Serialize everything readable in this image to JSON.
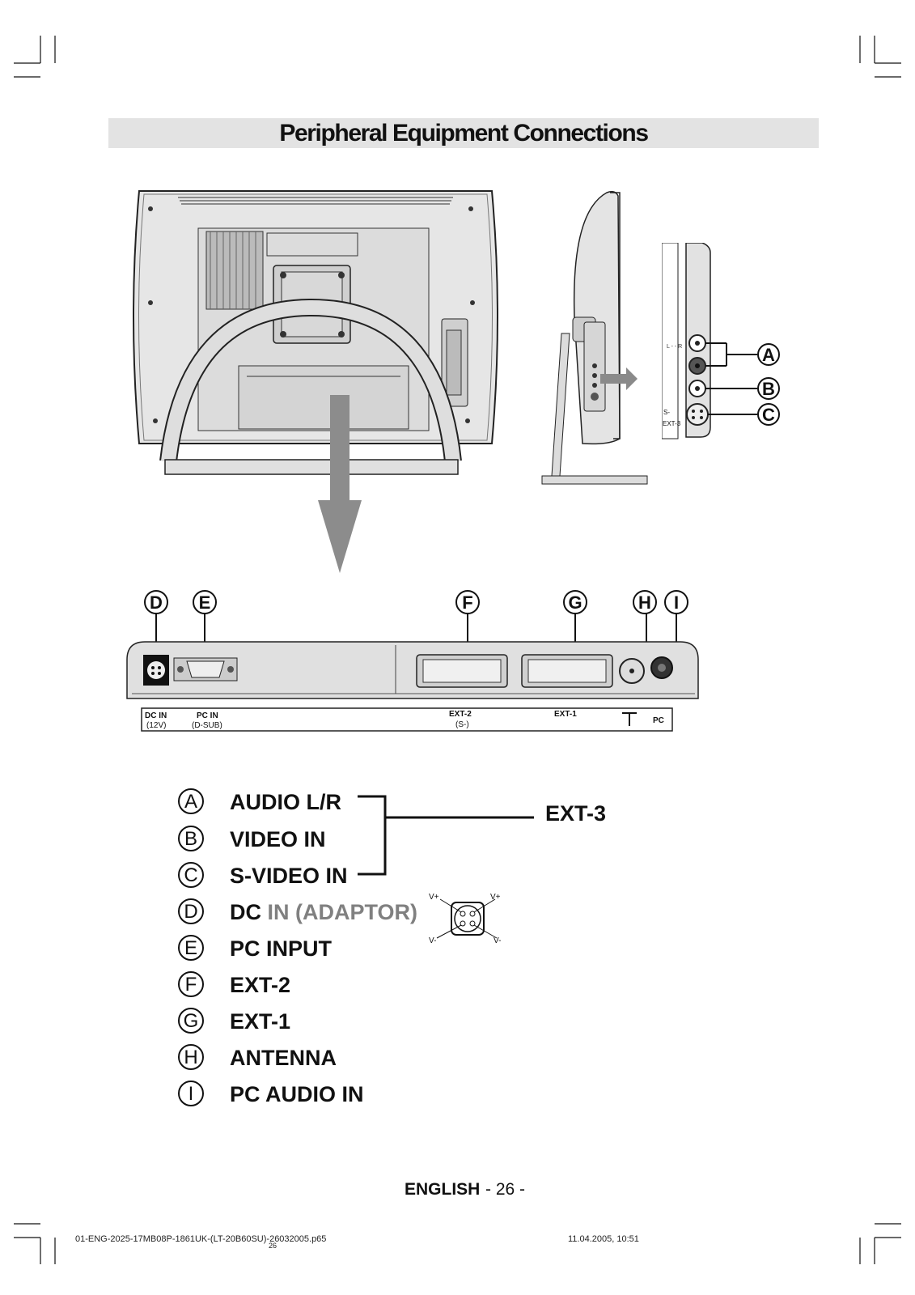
{
  "title": "Peripheral Equipment Connections",
  "callout_letters": [
    "A",
    "B",
    "C",
    "D",
    "E",
    "F",
    "G",
    "H",
    "I"
  ],
  "panel_labels": {
    "dc_in": "DC IN",
    "dc_in_volt": "(12V)",
    "pc_in": "PC IN",
    "pc_in_sub": "(D-SUB)",
    "ext2": "EXT-2",
    "ext2_sub": "(S-)",
    "ext1": "EXT-1",
    "pc_audio": "PC",
    "side_svideo": "S-",
    "side_ext3": "EXT-3",
    "side_lr": "L - - R"
  },
  "legend": [
    {
      "letter": "A",
      "label": "AUDIO L/R"
    },
    {
      "letter": "B",
      "label": "VIDEO IN"
    },
    {
      "letter": "C",
      "label": "S-VIDEO IN"
    },
    {
      "letter": "D",
      "label": "DC",
      "label_grey": " IN (ADAPTOR)"
    },
    {
      "letter": "E",
      "label": "PC INPUT"
    },
    {
      "letter": "F",
      "label": "EXT-2"
    },
    {
      "letter": "G",
      "label": "EXT-1"
    },
    {
      "letter": "H",
      "label": "ANTENNA"
    },
    {
      "letter": "I",
      "label": "PC AUDIO IN"
    }
  ],
  "ext3_label": "EXT-3",
  "dc_pins": {
    "tl": "V+",
    "tr": "V+",
    "bl": "V-",
    "br": "V-"
  },
  "footer": {
    "language": "ENGLISH",
    "page": "- 26 -",
    "file": "01-ENG-2025-17MB08P-1861UK-(LT-20B60SU)-26032005.p65",
    "file_page": "26",
    "date": "11.04.2005, 10:51"
  }
}
